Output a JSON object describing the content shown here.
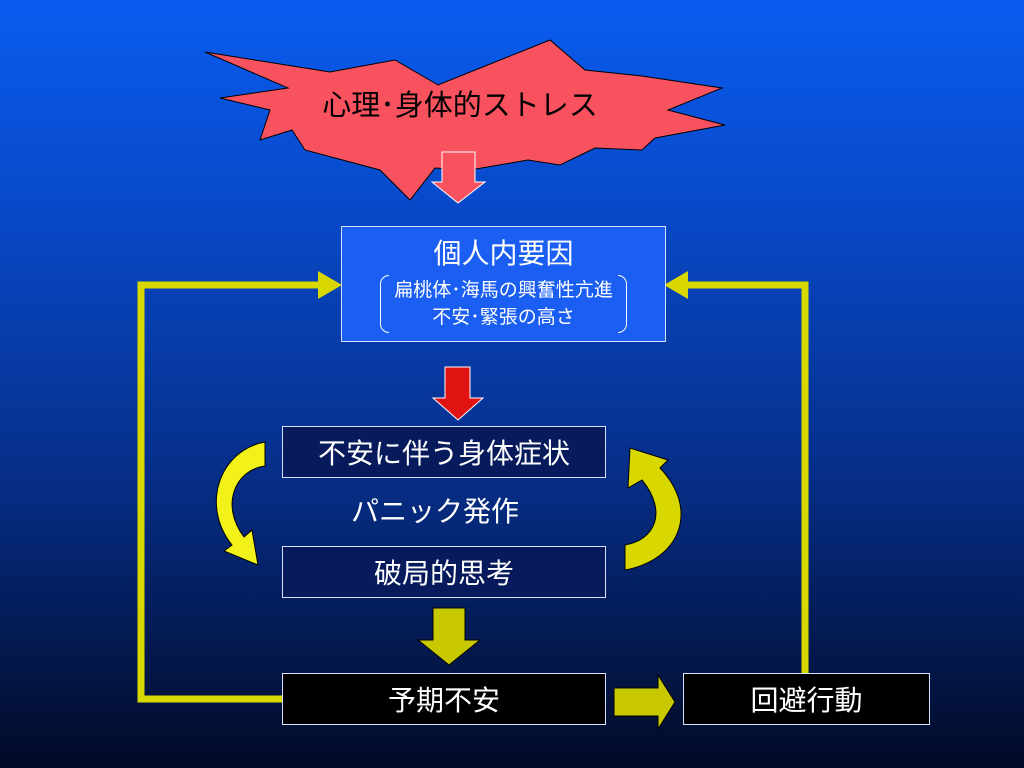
{
  "colors": {
    "burst_fill": "#f9525f",
    "arrow_red": "#e01212",
    "arrow_pink": "#f9525f",
    "arrow_yellow": "#c8c800",
    "connector_yellow": "#d8d800"
  },
  "stress": {
    "label": "心理･身体的ストレス"
  },
  "factor": {
    "title": "個人内要因",
    "line1": "扁桃体･海馬の興奮性亢進",
    "line2": "不安･緊張の高さ"
  },
  "symptom": {
    "label": "不安に伴う身体症状"
  },
  "panic": {
    "label": "パニック発作"
  },
  "catastrophic": {
    "label": "破局的思考"
  },
  "anticipatory": {
    "label": "予期不安"
  },
  "avoidance": {
    "label": "回避行動"
  }
}
